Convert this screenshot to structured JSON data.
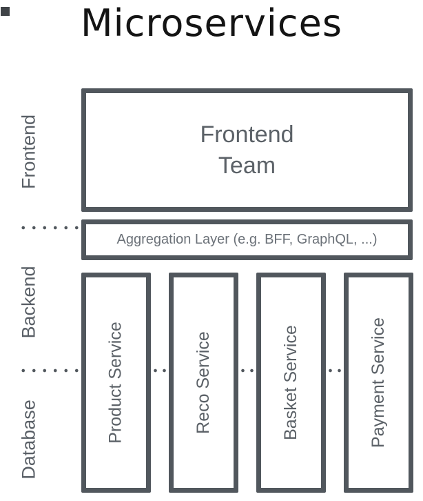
{
  "title": "Microservices",
  "colors": {
    "border": "#51575d",
    "box_text": "#5b6167",
    "rail_text": "#595f66",
    "title_text": "#141414",
    "dots": "#51575d",
    "background": "#ffffff"
  },
  "rail": {
    "labels": [
      {
        "label": "Frontend"
      },
      {
        "label": "Backend"
      },
      {
        "label": "Database"
      }
    ]
  },
  "layers": {
    "frontend_team": {
      "label": "Frontend Team"
    },
    "aggregation": {
      "label": "Aggregation Layer (e.g. BFF, GraphQL, ...)"
    },
    "services": [
      {
        "label": "Product Service"
      },
      {
        "label": "Reco Service"
      },
      {
        "label": "Basket Service"
      },
      {
        "label": "Payment Service"
      }
    ]
  }
}
